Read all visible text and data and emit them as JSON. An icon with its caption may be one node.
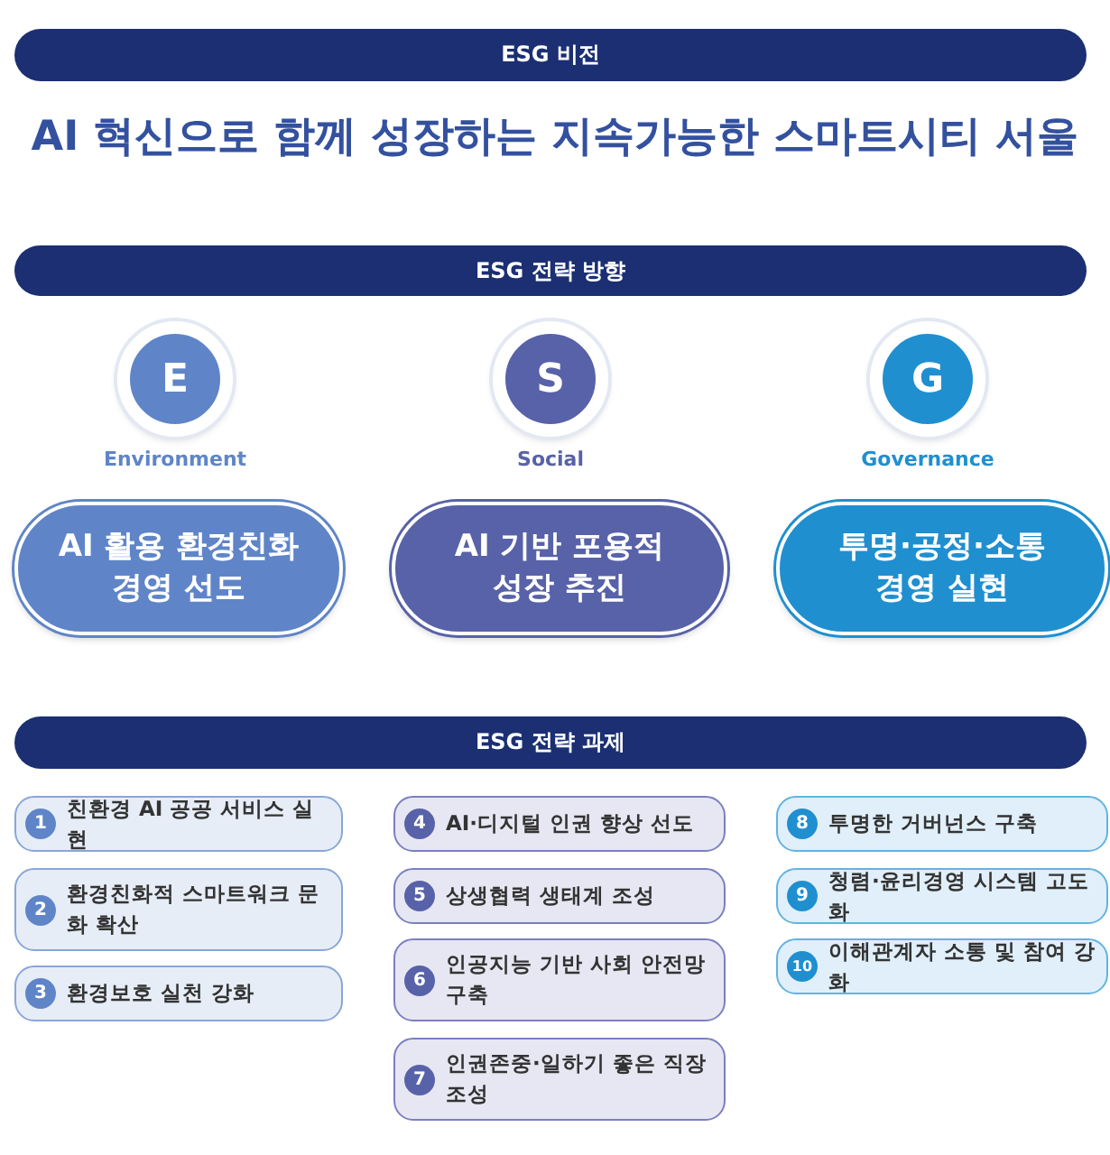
{
  "diagram": {
    "nodes": [
      {
        "text": [
          "ESG 비전"
        ]
      },
      {
        "text": [
          "ESG 전략 방향"
        ]
      },
      {
        "text": [
          "E"
        ],
        "beside": [
          "Environment"
        ]
      },
      {
        "text": [
          "S"
        ],
        "beside": [
          "Social"
        ]
      },
      {
        "text": [
          "G"
        ],
        "beside": [
          "Governance"
        ]
      },
      {
        "text": [
          "AI 활용 환경친화 경영 선도"
        ]
      },
      {
        "text": [
          "AI 기반 포용적 성장 추진"
        ]
      },
      {
        "text": [
          "투명·공정·소통 경영 실현"
        ]
      },
      {
        "text": [
          "ESG 전략 과제"
        ]
      },
      {
        "text": [
          "1",
          "친환경 AI 공공 서비스 실현"
        ]
      },
      {
        "text": [
          "2",
          "환경친화적 스마트워크 문화 확산"
        ]
      },
      {
        "text": [
          "3",
          "환경보호 실천 강화"
        ]
      },
      {
        "text": [
          "4",
          "AI·디지털 인권 향상 선도"
        ]
      },
      {
        "text": [
          "5",
          "상생협력 생태계 조성"
        ]
      },
      {
        "text": [
          "6",
          "인공지능 기반 사회 안전망 구축"
        ]
      },
      {
        "text": [
          "7",
          "인권존중·일하기 좋은 직장 조성"
        ]
      },
      {
        "text": [
          "8",
          "투명한 거버넌스 구축"
        ]
      },
      {
        "text": [
          "9",
          "청렴·윤리경영 시스템 고도화"
        ]
      },
      {
        "text": [
          "10",
          "이해관계자 소통 및 참여 강화"
        ]
      }
    ],
    "labels": [
      "AI 혁신으로 함께 성장하는 지속가능한 스마트시티 서울"
    ]
  }
}
